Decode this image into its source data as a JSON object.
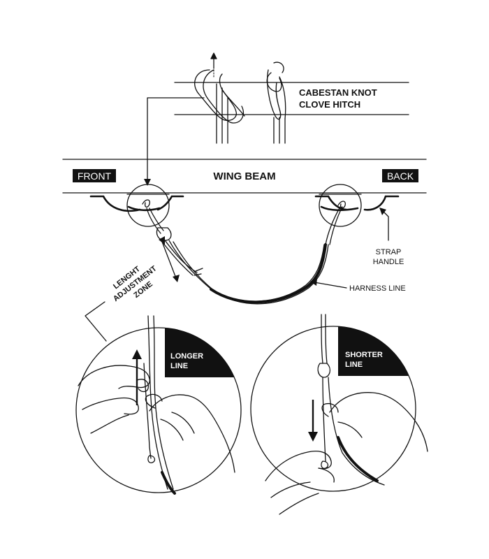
{
  "labels": {
    "cabestan_knot": "CABESTAN KNOT",
    "clove_hitch": "CLOVE HITCH",
    "wing_beam": "WING BEAM",
    "front": "FRONT",
    "back": "BACK",
    "strap_line1": "STRAP",
    "strap_line2": "HANDLE",
    "harness_line": "HARNESS LINE",
    "adjust_line1": "LENGHT",
    "adjust_line2": "ADJUSTMENT",
    "adjust_line3": "ZONE",
    "longer_line1": "LONGER",
    "longer_line2": "LINE",
    "shorter_line1": "SHORTER",
    "shorter_line2": "LINE"
  },
  "colors": {
    "ink": "#111111",
    "paper": "#ffffff"
  }
}
